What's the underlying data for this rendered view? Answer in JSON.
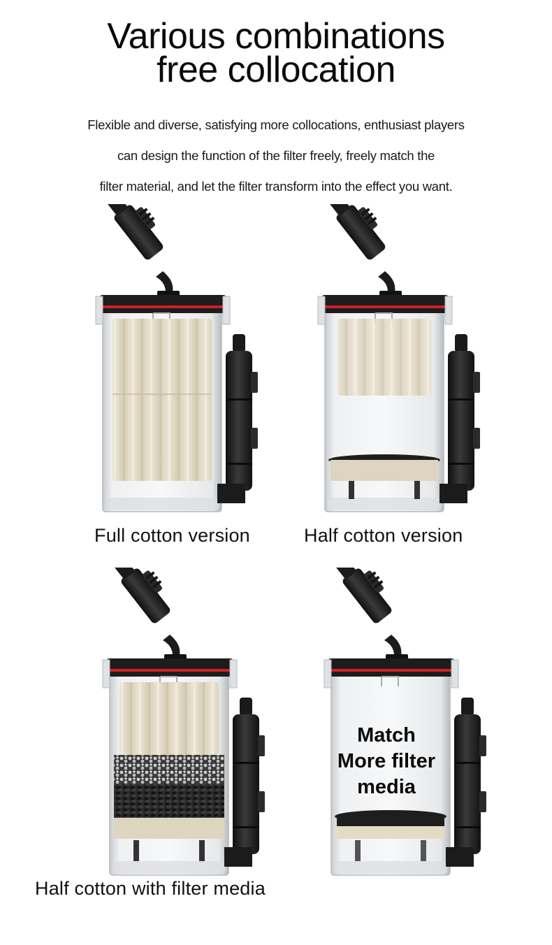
{
  "header": {
    "title_line1": "Various combinations",
    "title_line2": "free collocation"
  },
  "description": {
    "line1": "Flexible and diverse, satisfying more collocations, enthusiast players",
    "line2": "can design the function of the filter freely, freely match the",
    "line3": "filter material, and let the filter transform into the effect you want."
  },
  "variants": [
    {
      "id": "full-cotton",
      "caption": "Full cotton version",
      "fill": "full-cotton"
    },
    {
      "id": "half-cotton",
      "caption": "Half cotton version",
      "fill": "half-cotton"
    },
    {
      "id": "half-cotton-media",
      "caption": "Half cotton with filter media",
      "fill": "half-cotton-media"
    },
    {
      "id": "empty",
      "caption": "",
      "fill": "empty",
      "overlay": {
        "line1": "Match",
        "line2": "More filter",
        "line3": "media"
      }
    }
  ],
  "colors": {
    "accent_red": "#d21f26",
    "body_black": "#1e1e1e",
    "cotton": "#e4dccb",
    "sponge": "#dcd3bd",
    "text": "#111111"
  }
}
